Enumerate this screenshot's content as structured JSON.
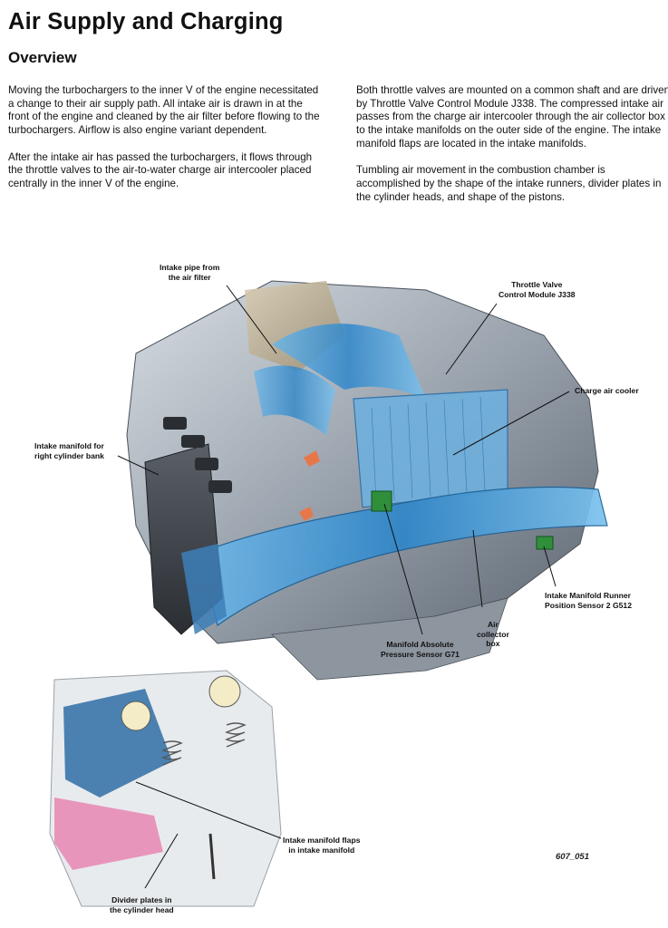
{
  "header": {
    "title": "Air Supply and Charging",
    "subtitle": "Overview"
  },
  "body": {
    "left_paragraphs": [
      "Moving the turbochargers to the inner V of the engine necessitated a change to their air supply path. All intake air is drawn in at the front of the engine and cleaned by the air filter before flowing to the turbochargers. Airflow is also engine variant dependent.",
      "After the intake air has passed the turbochargers, it flows through the throttle valves to the air-to-water charge air intercooler placed centrally in the inner V of the engine."
    ],
    "right_paragraphs": [
      "Both throttle valves are mounted on a common shaft and are driven by Throttle Valve Control Module J338. The compressed intake air passes from the charge air intercooler through the air collector box to the intake manifolds on the outer side of the engine. The intake manifold flaps are located in the intake manifolds.",
      "Tumbling air movement in the combustion chamber is accomplished by the shape of the intake runners, divider plates in the cylinder heads, and shape of the pistons."
    ]
  },
  "figure": {
    "labels": {
      "intake_pipe_line1": "Intake pipe from",
      "intake_pipe_line2": "the air filter",
      "throttle_line1": "Throttle Valve",
      "throttle_line2": "Control Module J338",
      "charge_air_cooler": "Charge air cooler",
      "intake_manifold_line1": "Intake manifold for",
      "intake_manifold_line2": "right cylinder bank",
      "runner_sensor_line1": "Intake Manifold Runner",
      "runner_sensor_line2": "Position Sensor 2 G512",
      "air_collector_line1": "Air",
      "air_collector_line2": "collector",
      "air_collector_line3": "box",
      "map_sensor_line1": "Manifold Absolute",
      "map_sensor_line2": "Pressure Sensor G71",
      "flaps_line1": "Intake manifold flaps",
      "flaps_line2": "in intake manifold",
      "divider_line1": "Divider plates in",
      "divider_line2": "the cylinder head"
    },
    "figure_id": "607_051"
  }
}
